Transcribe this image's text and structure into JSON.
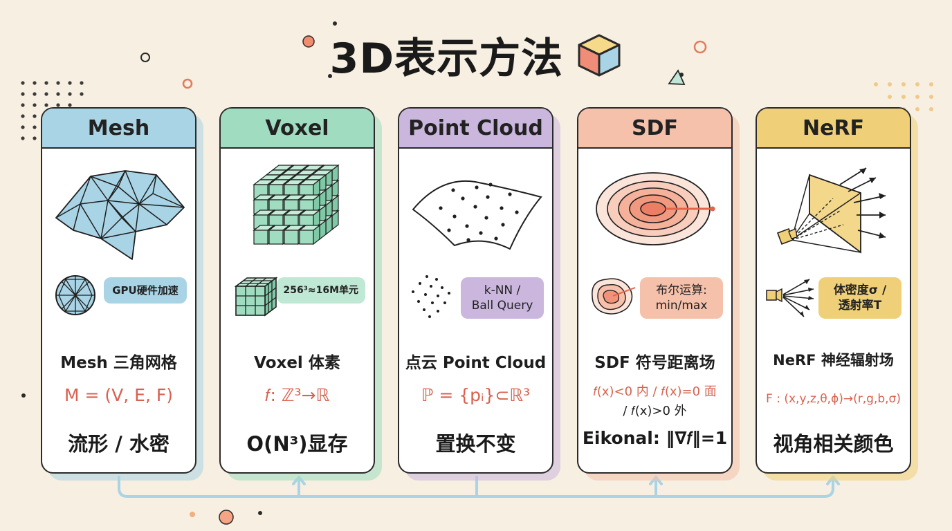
{
  "title": "3D表示方法",
  "cards": [
    {
      "header": "Mesh",
      "tag": "GPU硬件加速",
      "name": "Mesh 三角网格",
      "formula": "M = (V, E, F)",
      "property": "流形 / 水密"
    },
    {
      "header": "Voxel",
      "tag": "256³≈16M单元",
      "name": "Voxel 体素",
      "formula": "𝑓: ℤ³→ℝ",
      "property": "O(N³)显存"
    },
    {
      "header": "Point Cloud",
      "tag_line1": "k-NN /",
      "tag_line2": "Ball Query",
      "name": "点云 Point Cloud",
      "formula": "ℙ = {pᵢ}⊂ℝ³",
      "property": "置换不变"
    },
    {
      "header": "SDF",
      "tag_line1": "布尔运算:",
      "tag_line2": "min/max",
      "name": "SDF 符号距离场",
      "formula_line1": "𝑓(x)<0 内 / 𝑓(x)=0 面",
      "formula_line2": "/ 𝑓(x)>0 外",
      "property": "Eikonal: ‖∇𝑓‖=1"
    },
    {
      "header": "NeRF",
      "tag_line1": "体密度σ /",
      "tag_line2": "透射率T",
      "name": "NeRF 神经辐射场",
      "formula": "F : (x,y,z,θ,ϕ)→(r,g,b,σ)",
      "property": "视角相关颜色"
    }
  ],
  "colors": {
    "background": "#f7efe1",
    "mesh": "#a9d4e6",
    "voxel": "#9fdcc0",
    "pointcloud": "#cbb7de",
    "sdf": "#f5c1ab",
    "nerf": "#f0cf79",
    "formula": "#d8614f",
    "connector": "#a9d4e6"
  }
}
